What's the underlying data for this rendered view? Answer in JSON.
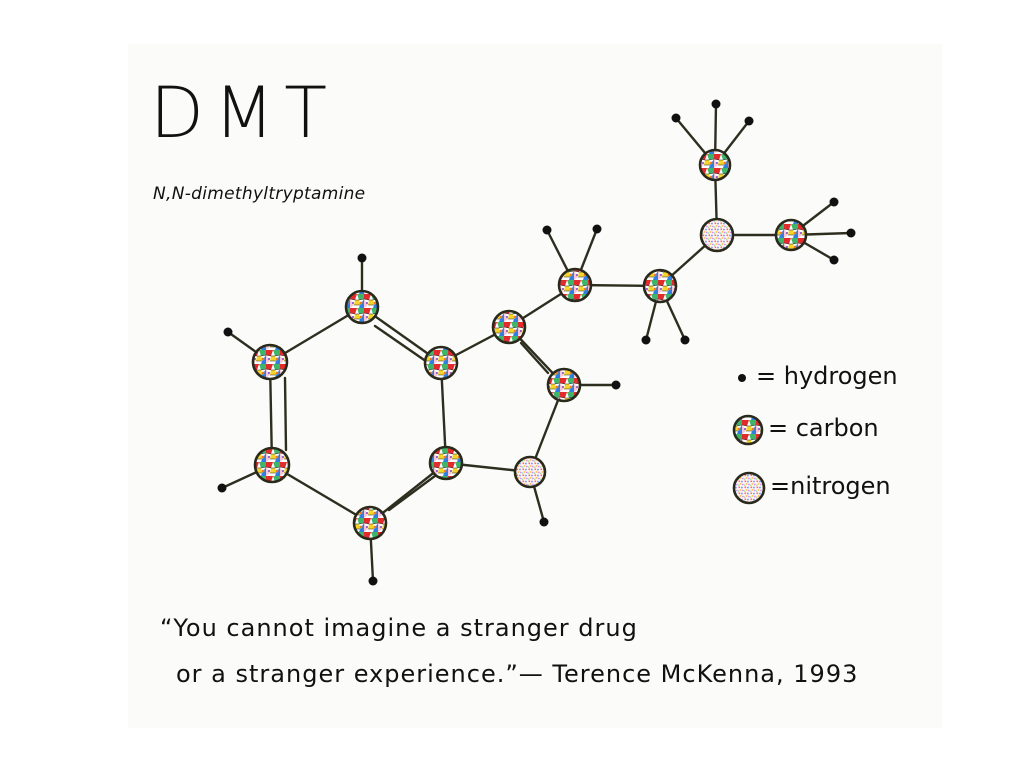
{
  "header": {
    "title": "DMT",
    "subtitle": "N,N-dimethyltryptamine"
  },
  "legend": {
    "items": [
      {
        "symbol": "hydrogen-dot",
        "label": "= hydrogen"
      },
      {
        "symbol": "carbon-atom",
        "label": "= carbon"
      },
      {
        "symbol": "nitrogen-atom",
        "label": "=nitrogen"
      }
    ]
  },
  "quote": {
    "line1": "“You cannot imagine a stranger drug",
    "line2": "or a stranger experience.”— Terence McKenna, 1993"
  },
  "colors": {
    "ink": "#111111",
    "bond": "#2e2e20",
    "paper": "#fbfbf9",
    "carbon_palette": [
      "#e32b2b",
      "#3fb56a",
      "#f6d52a",
      "#2f7fe0",
      "#f7c6d6",
      "#f07a22",
      "#7b3fd1"
    ],
    "nitrogen_palette": [
      "#ff6b6b",
      "#ffb347",
      "#ffe066",
      "#6bcB77",
      "#4d96ff",
      "#c77dff",
      "#ff8fab"
    ]
  }
}
